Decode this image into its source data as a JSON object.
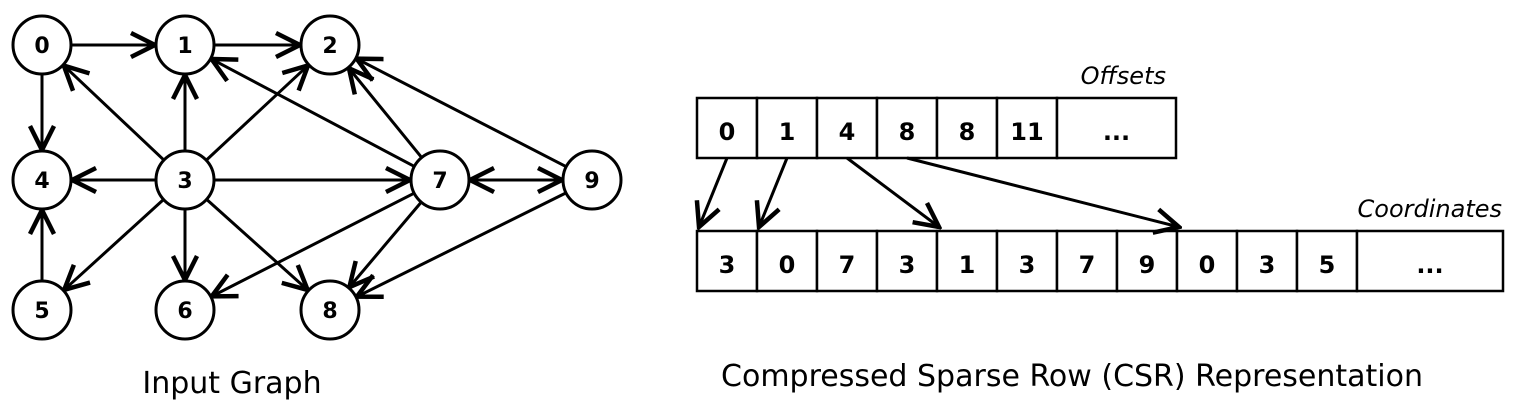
{
  "graph": {
    "caption": "Input Graph",
    "nodes": [
      "0",
      "1",
      "2",
      "3",
      "4",
      "5",
      "6",
      "7",
      "8",
      "9"
    ],
    "edges": [
      [
        "0",
        "1"
      ],
      [
        "1",
        "2"
      ],
      [
        "0",
        "4"
      ],
      [
        "3",
        "0"
      ],
      [
        "3",
        "1"
      ],
      [
        "3",
        "2"
      ],
      [
        "3",
        "4"
      ],
      [
        "3",
        "5"
      ],
      [
        "3",
        "6"
      ],
      [
        "3",
        "7"
      ],
      [
        "3",
        "8"
      ],
      [
        "5",
        "4"
      ],
      [
        "7",
        "1"
      ],
      [
        "7",
        "2"
      ],
      [
        "7",
        "6"
      ],
      [
        "7",
        "8"
      ],
      [
        "7",
        "9"
      ],
      [
        "9",
        "7"
      ],
      [
        "9",
        "2"
      ],
      [
        "9",
        "8"
      ]
    ]
  },
  "csr": {
    "caption": "Compressed Sparse Row (CSR) Representation",
    "offsets_label": "Offsets",
    "coordinates_label": "Coordinates",
    "offsets": [
      "0",
      "1",
      "4",
      "8",
      "8",
      "11",
      "..."
    ],
    "coordinates": [
      "3",
      "0",
      "7",
      "3",
      "1",
      "3",
      "7",
      "9",
      "0",
      "3",
      "5",
      "..."
    ],
    "pointer_links": [
      [
        0,
        0
      ],
      [
        1,
        1
      ],
      [
        2,
        4
      ],
      [
        3,
        8
      ]
    ]
  }
}
